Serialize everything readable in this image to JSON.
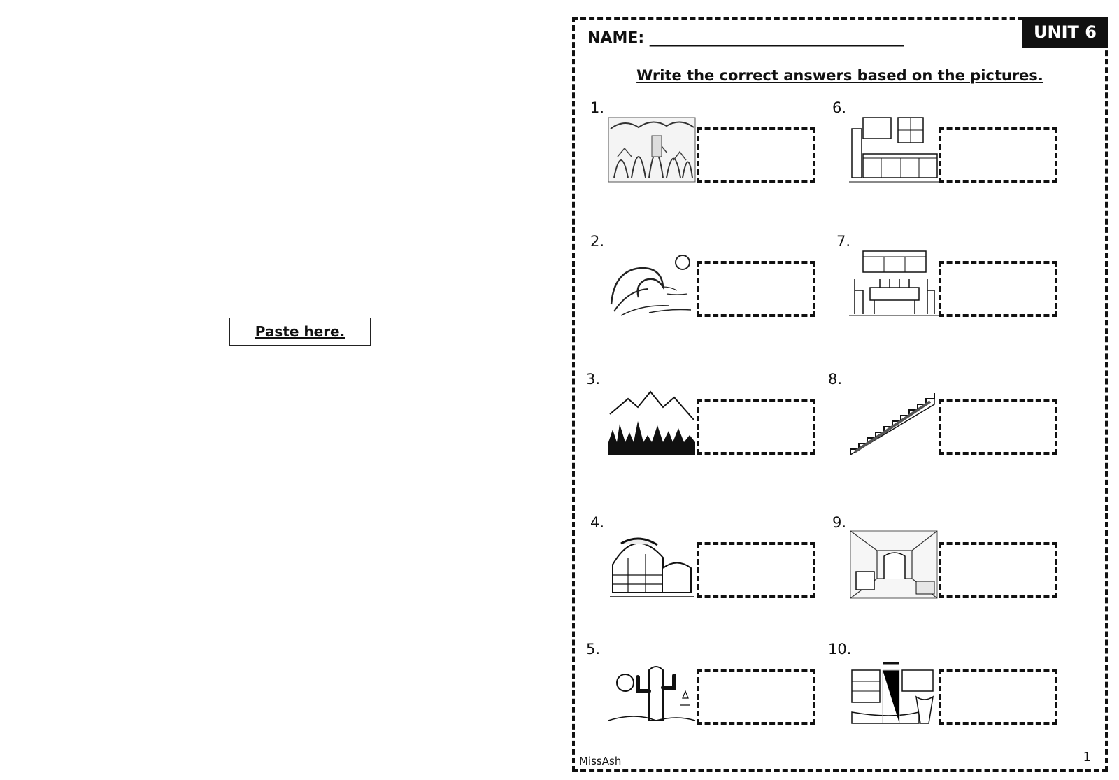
{
  "left_panel": {
    "paste_label": "Paste here."
  },
  "worksheet": {
    "name_label": "NAME:",
    "name_blank": "_________________________________",
    "unit_label": "UNIT 6",
    "instructions": "Write the correct answers based on the pictures.",
    "items": [
      {
        "number": "1.",
        "picture": "jungle-icon"
      },
      {
        "number": "2.",
        "picture": "sea-wave-icon"
      },
      {
        "number": "3.",
        "picture": "mountains-forest-icon"
      },
      {
        "number": "4.",
        "picture": "igloo-icon"
      },
      {
        "number": "5.",
        "picture": "desert-cactus-icon"
      },
      {
        "number": "6.",
        "picture": "kitchen-icon"
      },
      {
        "number": "7.",
        "picture": "dining-room-icon"
      },
      {
        "number": "8.",
        "picture": "stairs-icon"
      },
      {
        "number": "9.",
        "picture": "living-room-icon"
      },
      {
        "number": "10.",
        "picture": "bathroom-icon"
      }
    ],
    "footer_brand": "MissAsh",
    "page_number": "1"
  }
}
